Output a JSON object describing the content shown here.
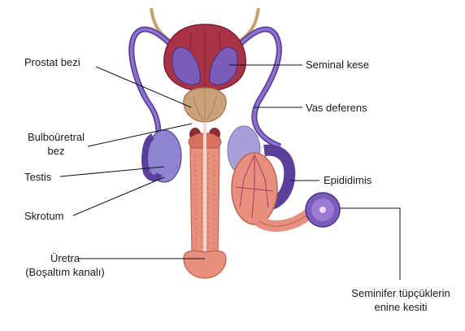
{
  "labels": {
    "prostate": "Prostat bezi",
    "bulbourethral_1": "Bulboüretral",
    "bulbourethral_2": "bez",
    "testis": "Testis",
    "scrotum": "Skrotum",
    "urethra_1": "Üretra",
    "urethra_2": "(Boşaltım kanalı)",
    "seminal_vesicle": "Seminal kese",
    "vas_deferens": "Vas deferens",
    "epididymis": "Epididimis",
    "seminiferous_1": "Seminifer tüpçüklerin",
    "seminiferous_2": "enine kesiti"
  },
  "colors": {
    "bladder": "#a83246",
    "prostate": "#c9a27a",
    "purple": "#7b5cb8",
    "testis_fill": "#8f84cf",
    "pink_tissue": "#e8907f",
    "tan_tube": "#c8a06a"
  }
}
